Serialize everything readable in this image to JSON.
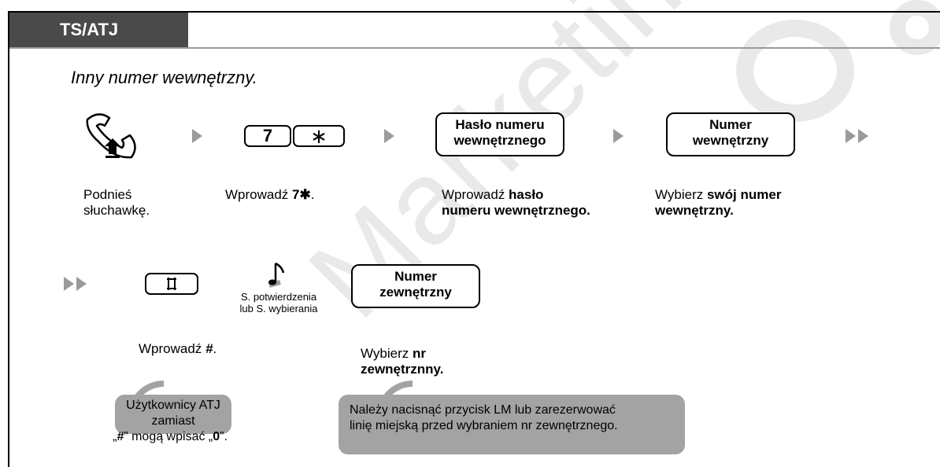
{
  "header": {
    "tab_label": "TS/ATJ"
  },
  "subtitle": "Inny numer wewnętrzny.",
  "row1": {
    "keys": {
      "seven": "7",
      "star": "∗"
    },
    "box_password": {
      "line1": "Hasło numeru",
      "line2": "wewnętrznego"
    },
    "box_extension": {
      "line1": "Numer",
      "line2": "wewnętrzny"
    },
    "captions": {
      "offhook": {
        "line1": "Podnieś",
        "line2": "słuchawkę."
      },
      "enter7": {
        "prefix": "Wprowadź ",
        "bold": "7✱",
        "suffix": "."
      },
      "password": {
        "prefix": "Wprowadź ",
        "bold1": "hasło",
        "bold2": "numeru wewnętrznego."
      },
      "extension": {
        "prefix": "Wybierz ",
        "bold1": "swój numer",
        "bold2": "wewnętrzny."
      }
    }
  },
  "row2": {
    "tone_label": {
      "line1": "S. potwierdzenia",
      "line2": "lub S. wybierania"
    },
    "box_external": {
      "line1": "Numer",
      "line2": "zewnętrzny"
    },
    "captions": {
      "enter_hash": {
        "prefix": "Wprowadź ",
        "bold": "#",
        "suffix": "."
      },
      "external": {
        "prefix": "Wybierz ",
        "bold1": "nr",
        "bold2": "zewnętrznny."
      }
    }
  },
  "notes": {
    "note1": {
      "line1": "Użytkownicy ATJ zamiast",
      "line2_a": "„",
      "line2_hash": "#",
      "line2_b": "” mogą wpisać „",
      "line2_zero": "0",
      "line2_c": "”."
    },
    "note2": {
      "line1": "Należy nacisnąć przycisk LM lub zarezerwować",
      "line2": "linię miejską przed wybraniem nr zewnętrznego."
    }
  },
  "watermark": {
    "text": "Marketing Europe"
  },
  "colors": {
    "header_bg": "#4a4a4a",
    "bubble_bg": "#a3a3a3",
    "arrow": "#9a9a9a"
  }
}
